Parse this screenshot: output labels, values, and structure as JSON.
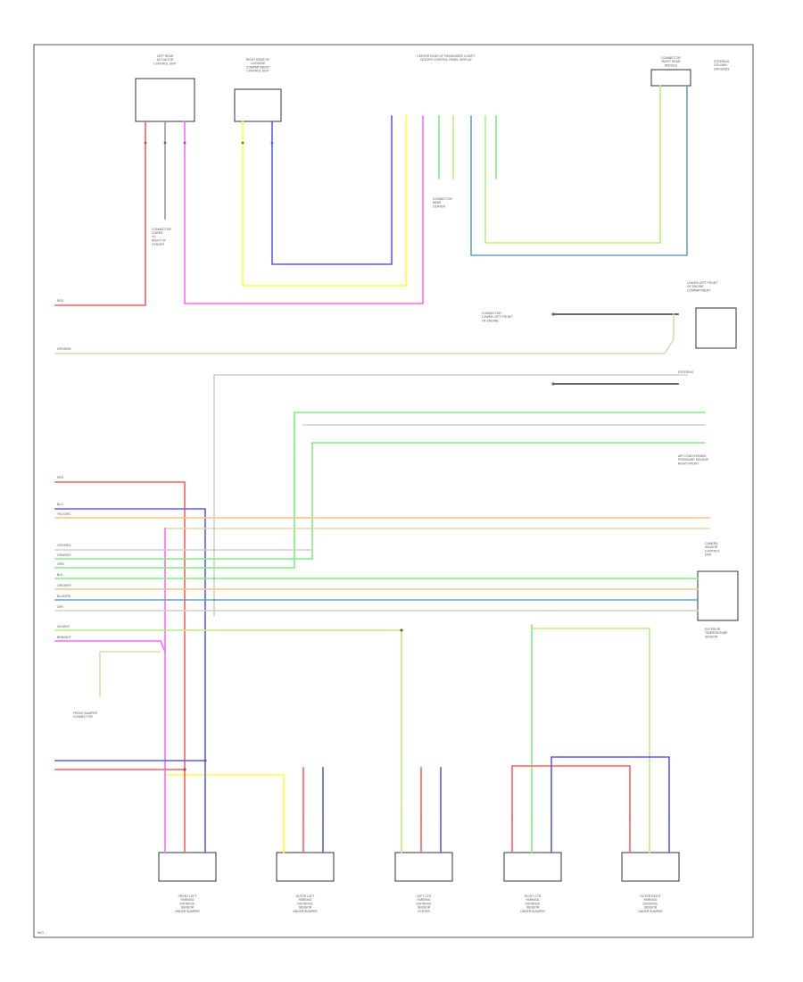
{
  "colors": {
    "red": "#ff5f5f",
    "pink": "#ff66ff",
    "yellow": "#ffff33",
    "blue": "#5a5aff",
    "lightgreen": "#b9f075",
    "green": "#7cf07c",
    "tan": "#e0d9a8",
    "orange": "#ffbf80",
    "teal": "#6aa0c8",
    "gray": "#cfcfcf",
    "black": "#333333"
  },
  "components": {
    "top": {
      "left_rear_module": "LEFT REAR\nACTUATOR\nCONTROL UNIT",
      "right_rear_module": "RIGHT REAR OF\nLUGGAGE\nCOMPARTMENT\nCONTROL UNIT",
      "center_header": "CENTER REAR OF PASSENGER COMPT.\nCENTER CONTROL PANEL DISPLAY",
      "right_module": "CONNECTOR\nRIGHT REAR\nMODULE",
      "right_note": "STEERING\nCOLUMN\nGROUNDS",
      "left_note": "CONNECTOR\nLOWER\nTO\nRIGHT OF\nCENTER",
      "mid_note": "CONNECTOR\nNEAR\nCENTER"
    },
    "right_side": {
      "r1": "LOWER LEFT FRONT\nOF ENGINE\nCOMPARTMENT",
      "r2": "CONNECTOR\nLOWER LEFT FRONT\nOF ENGINE",
      "r3": "STEERING",
      "r4": "AIR CONDITIONING\nPRESSURE SENSOR\nRIGHT FRONT",
      "r5": "CAMERA\nSENSOR\nCONTROL\nUNIT",
      "r6": "EXTERIOR\nTEMPERATURE\nSENSOR"
    },
    "bottom_left_note": "FRONT BUMPER\nCONNECTOR",
    "bottom": [
      {
        "id": "b1",
        "label": "FRONT LEFT\nPARKING\nDISTANCE\nSENSOR\nUNDER BUMPER"
      },
      {
        "id": "b2",
        "label": "OUTER LEFT\nPARKING\nDISTANCE\nSENSOR\nUNDER BUMPER"
      },
      {
        "id": "b3",
        "label": "LEFT CTR\nPARKING\nDISTANCE\nSENSOR\nCENTER"
      },
      {
        "id": "b4",
        "label": "RIGHT CTR\nPARKING\nDISTANCE\nSENSOR\nUNDER BUMPER"
      },
      {
        "id": "b5",
        "label": "OUTER RIGHT\nPARKING\nDISTANCE\nSENSOR\nUNDER BUMPER"
      }
    ]
  },
  "wire_labels": {
    "w_red": "RED",
    "w_tan": "GRY/BRN",
    "w_redlow": "RED",
    "w_blue": "BLU",
    "w_yelorg": "YEL/ORG",
    "w_gryred": "GRY/RED",
    "w_grngry": "GRN/GRY",
    "w_grn": "GRN",
    "w_blk": "BLK",
    "w_orgwht": "ORG/WHT",
    "w_blugrn": "BLU/GRN",
    "w_gry": "GRY",
    "w_vio": "VIO/WHT",
    "w_brn": "BRN/WHT"
  },
  "page_note": "W/O ..."
}
